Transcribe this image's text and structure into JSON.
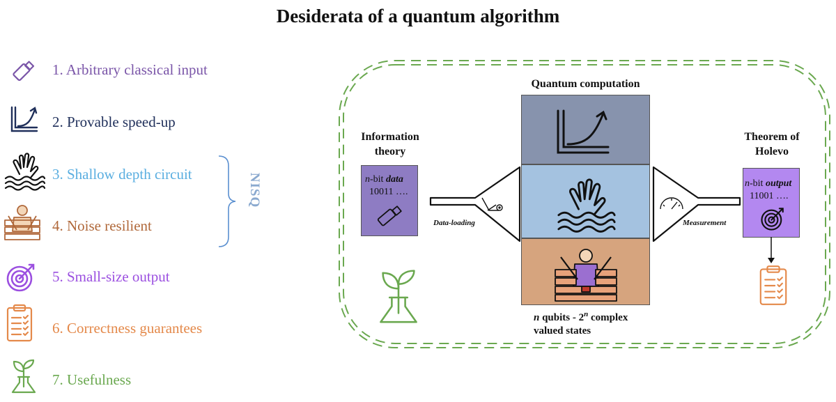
{
  "title": "Desiderata of a quantum algorithm",
  "desiderata": [
    {
      "label": "1.  Arbitrary classical input",
      "color": "#7a55a8",
      "icon": "usb-stick-icon"
    },
    {
      "label": "2. Provable speed-up",
      "color": "#1f2f5a",
      "icon": "growth-curve-icon"
    },
    {
      "label": "3. Shallow depth circuit",
      "color": "#5aaee0",
      "icon": "drowning-hand-icon"
    },
    {
      "label": "4. Noise resilient",
      "color": "#b0683a",
      "icon": "tied-person-icon"
    },
    {
      "label": "5. Small-size output",
      "color": "#9b4fe0",
      "icon": "target-icon"
    },
    {
      "label": "6. Correctness guarantees",
      "color": "#e4894a",
      "icon": "clipboard-checklist-icon"
    },
    {
      "label": "7. Usefulness",
      "color": "#6aa84f",
      "icon": "sprout-flask-icon"
    }
  ],
  "nisq_label": "NISQ",
  "diagram": {
    "info_theory_line1": "Information",
    "info_theory_line2": "theory",
    "data_box_prefix": "n",
    "data_box_mid": "-bit ",
    "data_box_word": "data",
    "data_box_value": "10011 ….",
    "data_loading_label": "Data-loading",
    "quantum_computation_label": "Quantum computation",
    "qubits_n": "n",
    "qubits_text": " qubits - 2",
    "qubits_sup": "n",
    "qubits_text2": " complex",
    "qubits_line2": "valued states",
    "measurement_label": "Measurement",
    "holevo_line1": "Theorem of",
    "holevo_line2": "Holevo",
    "output_box_prefix": "n",
    "output_box_mid": "-bit ",
    "output_box_word": "output",
    "output_box_value": "11001 ….",
    "colors": {
      "dashed_border": "#6aa84f",
      "data_box": "#8e7cc3",
      "output_box": "#b388f0",
      "panel_top": "#8793ad",
      "panel_mid": "#a4c2e0",
      "panel_bottom": "#d6a47e",
      "clipboard": "#e4894a",
      "plant": "#6aa84f"
    }
  }
}
